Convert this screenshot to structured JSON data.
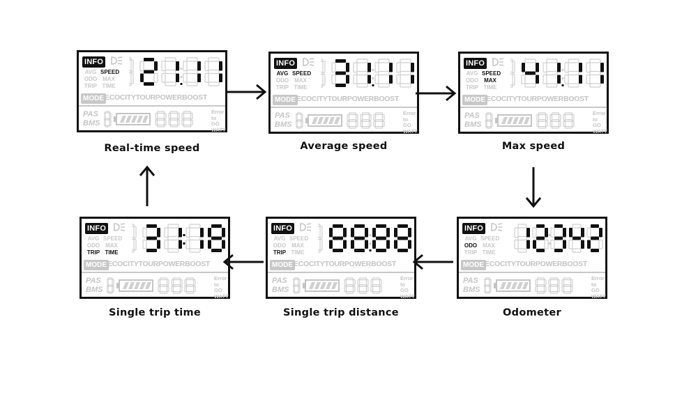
{
  "displays": [
    {
      "id": "realtime",
      "caption": "Real-time speed",
      "digits": "2111",
      "colon": false,
      "dot": true,
      "active": [
        "SPEED"
      ]
    },
    {
      "id": "average",
      "caption": "Average speed",
      "digits": "3111",
      "colon": false,
      "dot": true,
      "active": [
        "AVG",
        "SPEED"
      ]
    },
    {
      "id": "max",
      "caption": "Max speed",
      "digits": "4111",
      "colon": false,
      "dot": true,
      "active": [
        "SPEED",
        "MAX"
      ]
    },
    {
      "id": "odometer",
      "caption": "Odometer",
      "digits": "12342",
      "colon": false,
      "dot": false,
      "active": [
        "ODO"
      ]
    },
    {
      "id": "tripdistance",
      "caption": "Single trip distance",
      "digits": "8888",
      "colon": false,
      "dot": true,
      "active": [
        "TRIP"
      ]
    },
    {
      "id": "triptime",
      "caption": "Single trip time",
      "digits": "3118",
      "colon": true,
      "dot": false,
      "active": [
        "TRIP",
        "TIME"
      ]
    }
  ],
  "lcd": {
    "info_label": "INFO",
    "mode_label": "MODE",
    "modes": "ECOCITYTOURPOWERBOOST",
    "pas_label": "PAS",
    "bms_label": "BMS",
    "error_lines": [
      "Error",
      "to GO",
      "WATT"
    ],
    "labels": {
      "avg": "AVG",
      "odo": "ODO",
      "trip": "TRIP",
      "speed": "SPEED",
      "max": "MAX",
      "time": "TIME"
    }
  },
  "colors": {
    "active": "#111111",
    "inactive": "#c6c6c6"
  }
}
